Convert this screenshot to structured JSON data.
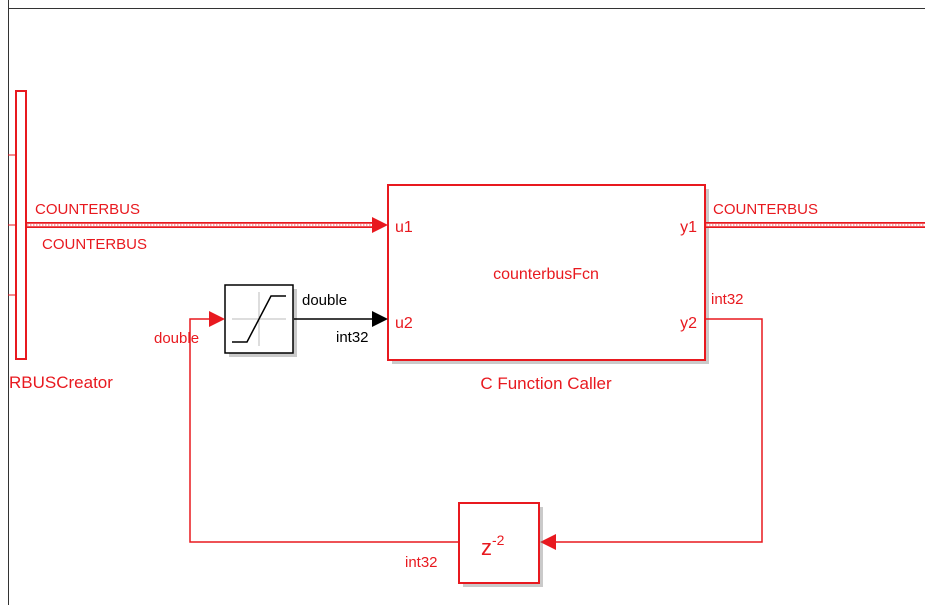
{
  "colors": {
    "highlight": "#e8191f",
    "black": "#000000",
    "frame": "#333333",
    "background": "#ffffff"
  },
  "bus_creator": {
    "name_fragment": "RBUSCreator"
  },
  "c_function_caller": {
    "function_name": "counterbusFcn",
    "block_name": "C Function Caller",
    "ports": {
      "in1": "u1",
      "in2": "u2",
      "out1": "y1",
      "out2": "y2"
    }
  },
  "saturation": {
    "icon": "saturation-icon"
  },
  "delay": {
    "base": "z",
    "exponent": "-2"
  },
  "signals": {
    "bus_in_top": "COUNTERBUS",
    "bus_in_bottom": "COUNTERBUS",
    "bus_out": "COUNTERBUS",
    "sat_out_type": "double",
    "u2_in_type": "int32",
    "sat_in_type": "double",
    "y2_out_type": "int32",
    "delay_out_type": "int32"
  }
}
